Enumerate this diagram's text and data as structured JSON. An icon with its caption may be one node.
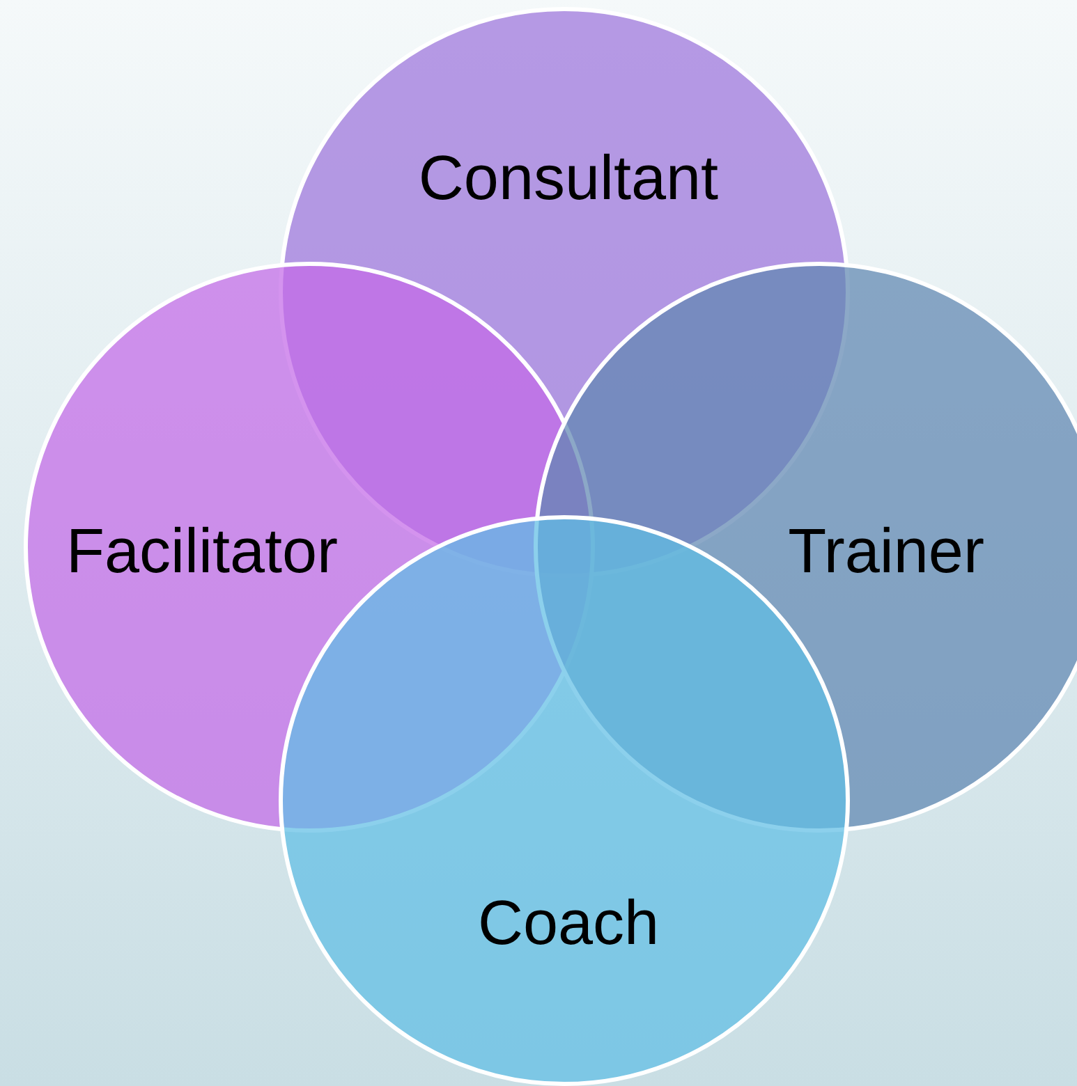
{
  "diagram": {
    "nodes": [
      {
        "text": [
          "Consultant"
        ]
      },
      {
        "text": [
          "Facilitator"
        ]
      },
      {
        "text": [
          "Trainer"
        ]
      },
      {
        "text": [
          "Coach"
        ]
      }
    ]
  }
}
